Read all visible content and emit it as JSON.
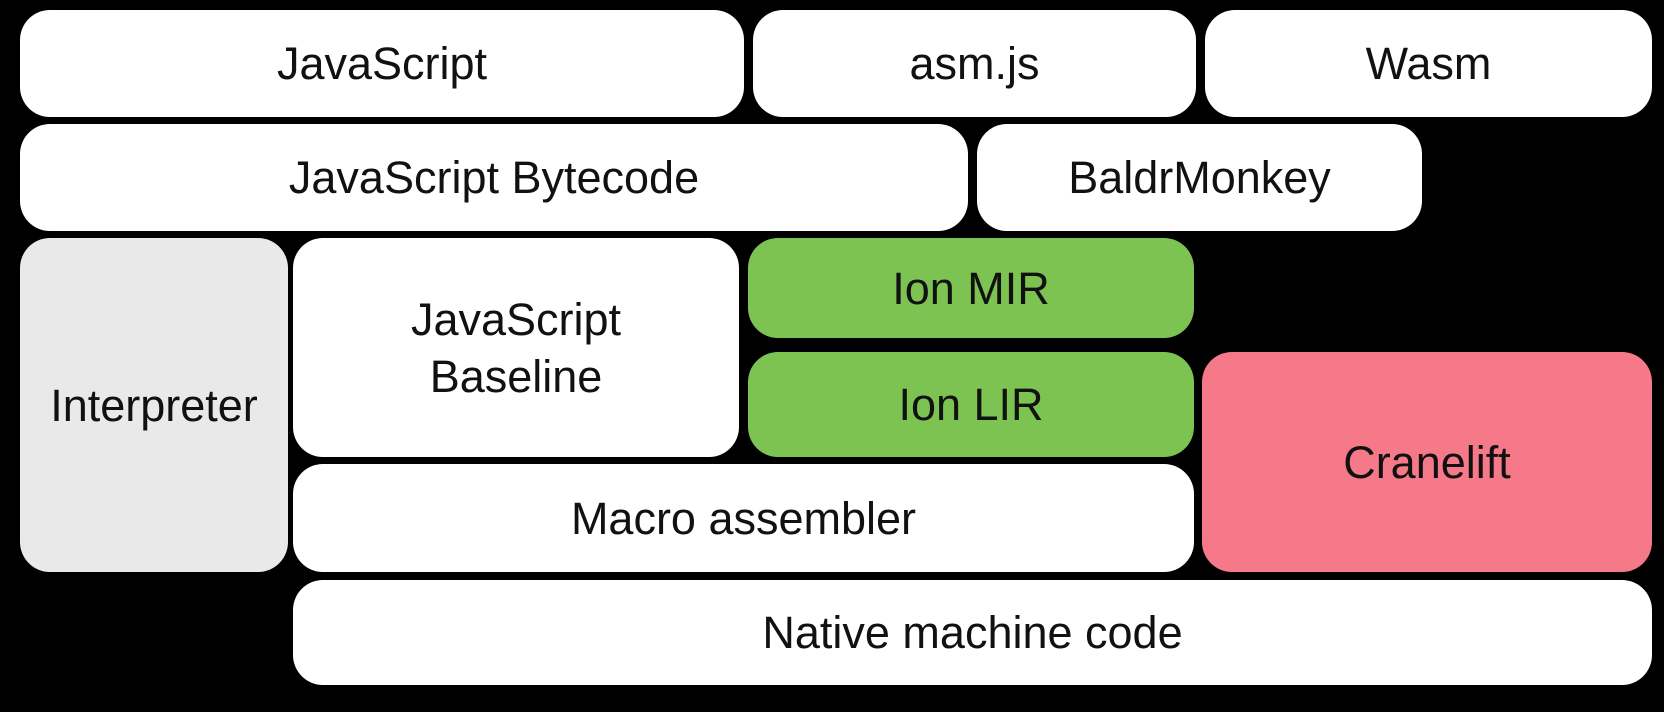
{
  "palette": {
    "background": "#000000",
    "box_white": "#FFFFFF",
    "box_gray": "#E9E9E9",
    "box_green": "#7CC351",
    "box_pink": "#F57989",
    "text": "#111111"
  },
  "diagram": {
    "description": "Compiler pipeline block diagram",
    "boxes": {
      "javascript": {
        "label": "JavaScript",
        "color": "white"
      },
      "asmjs": {
        "label": "asm.js",
        "color": "white"
      },
      "wasm": {
        "label": "Wasm",
        "color": "white"
      },
      "javascript_bytecode": {
        "label": "JavaScript Bytecode",
        "color": "white"
      },
      "baldrmonkey": {
        "label": "BaldrMonkey",
        "color": "white"
      },
      "interpreter": {
        "label": "Interpreter",
        "color": "gray"
      },
      "javascript_baseline": {
        "lines": [
          "JavaScript",
          "Baseline"
        ],
        "color": "white"
      },
      "ion_mir": {
        "label": "Ion MIR",
        "color": "green"
      },
      "ion_lir": {
        "label": "Ion LIR",
        "color": "green"
      },
      "cranelift": {
        "label": "Cranelift",
        "color": "pink"
      },
      "macro_assembler": {
        "label": "Macro assembler",
        "color": "white"
      },
      "native_machine_code": {
        "label": "Native machine code",
        "color": "white"
      }
    }
  }
}
